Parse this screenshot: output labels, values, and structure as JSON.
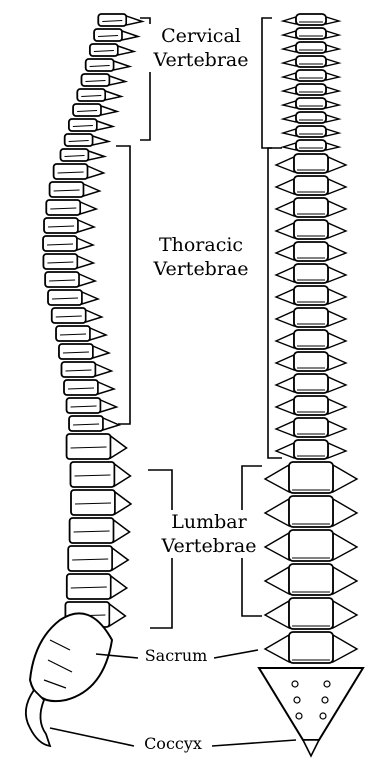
{
  "labels": {
    "cervical": [
      "Cervical",
      "Vertebrae"
    ],
    "thoracic": [
      "Thoracic",
      "Vertebrae"
    ],
    "lumbar": [
      "Lumbar",
      "Vertebrae"
    ],
    "sacrum": "Sacrum",
    "coccyx": "Coccyx"
  },
  "colors": {
    "ink": "#000000",
    "paper": "#ffffff"
  }
}
